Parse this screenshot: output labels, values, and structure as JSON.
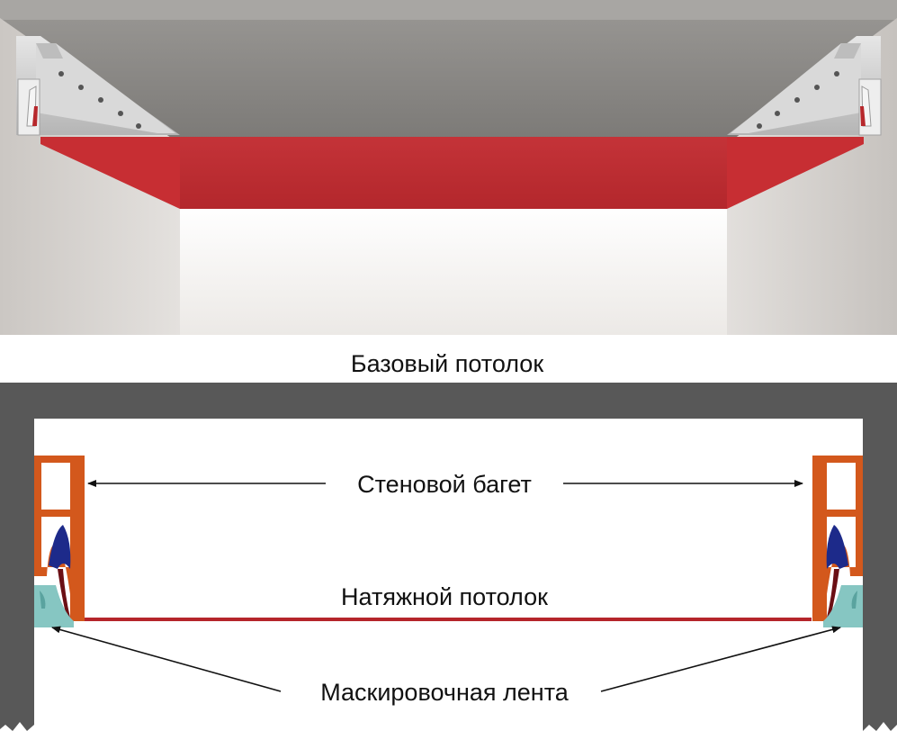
{
  "labels": {
    "base_ceiling": "Базовый потолок",
    "wall_baguette": "Стеновой багет",
    "stretch_ceiling": "Натяжной потолок",
    "masking_tape": "Маскировочная лента"
  },
  "colors": {
    "membrane_red": "#c8373a",
    "profile_orange": "#d3581c",
    "harpoon_blue": "#1d2a8a",
    "tape_cyan": "#86c6c2",
    "wall_gray": "#585858",
    "profile_aluminum": "#cfcfcf"
  }
}
